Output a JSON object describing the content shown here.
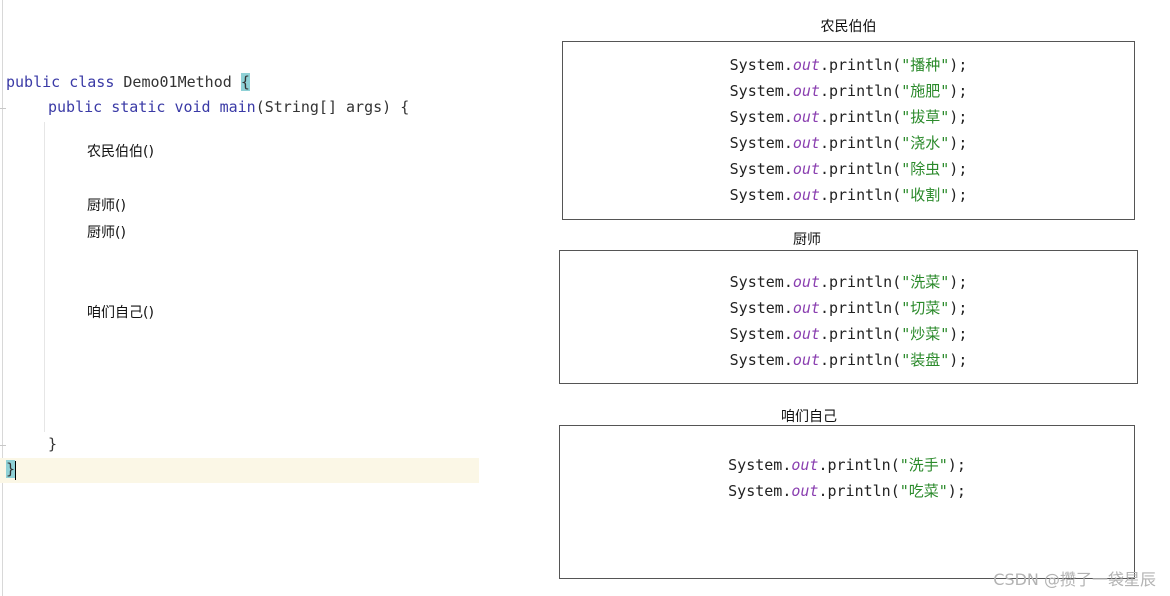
{
  "editor": {
    "line1": {
      "public": "public",
      "class": "class",
      "name": "Demo01Method",
      "brace": "{"
    },
    "line2": {
      "public": "public",
      "static": "static",
      "void": "void",
      "main": "main",
      "params": "(String[] args) {"
    },
    "calls": [
      "农民伯伯()",
      "厨师()",
      "厨师()",
      "咱们自己()"
    ],
    "close_inner": "}",
    "close_outer": "}"
  },
  "boxes": [
    {
      "title": "农民伯伯",
      "prefix": "System.",
      "out": "out",
      "method": ".println(",
      "items": [
        "\"播种\"",
        "\"施肥\"",
        "\"拔草\"",
        "\"浇水\"",
        "\"除虫\"",
        "\"收割\""
      ],
      "suffix": ");"
    },
    {
      "title": "厨师",
      "prefix": "System.",
      "out": "out",
      "method": ".println(",
      "items": [
        "\"洗菜\"",
        "\"切菜\"",
        "\"炒菜\"",
        "\"装盘\""
      ],
      "suffix": ");"
    },
    {
      "title": "咱们自己",
      "prefix": "System.",
      "out": "out",
      "method": ".println(",
      "items": [
        "\"洗手\"",
        "\"吃菜\""
      ],
      "suffix": ");"
    }
  ],
  "watermark": "CSDN @攒了一袋星辰",
  "colors": {
    "keyword": "#3a3aa6",
    "out": "#8a3fb0",
    "string": "#2b8a2b",
    "brace_highlight": "#8fd1d6"
  }
}
